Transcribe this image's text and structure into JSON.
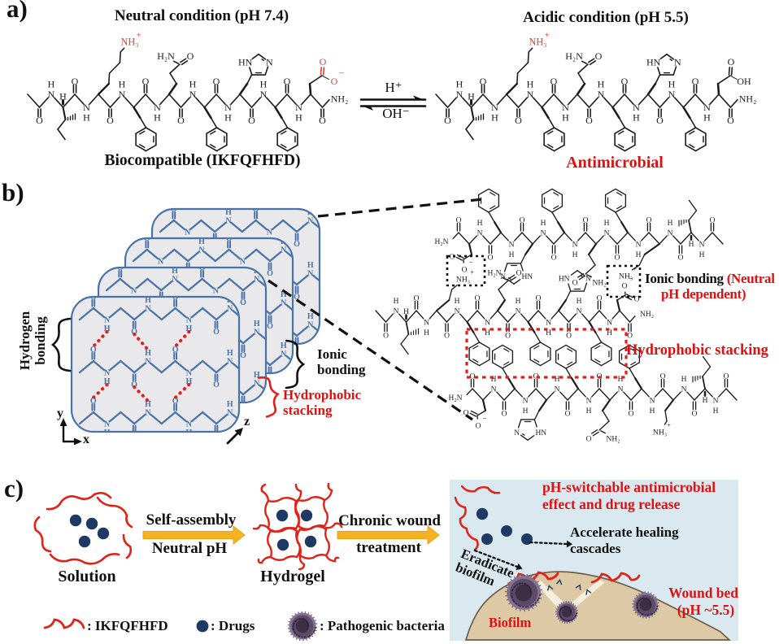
{
  "colors": {
    "text_black": "#111111",
    "structure_black": "#1c1c1c",
    "highlight_red": "#e2403a",
    "label_red": "#e01010",
    "chain_blue": "#4a74a8",
    "sheet_fill": "#e9e9eb",
    "hbond_red": "#e02020",
    "navy_dot": "#1e3a64",
    "squiggle_red": "#e02218",
    "arrow_yellow": "#f5b324",
    "scene_bg": "#dae9ef",
    "wound_tan": "#ddc9a5",
    "wound_edge": "#6e5d49",
    "bacteria_core": "#3c2f45"
  },
  "peptide": {
    "sequence": "IKFQFHFD",
    "atom_labels": {
      "O": "O",
      "N": "N",
      "H": "H",
      "NH3": "NH₃",
      "NH2": "NH₂",
      "H2N": "H₂N",
      "HN": "HN",
      "OH": "OH",
      "plus": "+",
      "minus": "−"
    }
  },
  "panel_a": {
    "label": "a)",
    "neutral_title": "Neutral condition (pH 7.4)",
    "acidic_title": "Acidic condition (pH 5.5)",
    "neutral_caption": "Biocompatible (IKFQFHFD)",
    "acidic_caption": "Antimicrobial",
    "eq_forward": "H⁺",
    "eq_reverse": "OH⁻"
  },
  "panel_b": {
    "label": "b)",
    "hydrogen_bonding": [
      "Hydrogen",
      "bonding"
    ],
    "ionic_bonding": [
      "Ionic",
      "bonding"
    ],
    "hydrophobic_stacking": [
      "Hydrophobic",
      "stacking"
    ],
    "ionic_note_black": "Ionic bonding",
    "ionic_note_red1": "(Neutral",
    "ionic_note_red2": "pH dependent)",
    "hydrophobic_label": "Hydrophobic stacking",
    "axes": {
      "x": "x",
      "y": "y",
      "z": "z"
    }
  },
  "panel_c": {
    "label": "c)",
    "solution_label": "Solution",
    "hydrogel_label": "Hydrogel",
    "arrow1_top": "Self-assembly",
    "arrow1_bottom": "Neutral pH",
    "arrow2_top": "Chronic wound",
    "arrow2_bottom": "treatment",
    "scene": {
      "title1": "pH-switchable antimicrobial",
      "title2": "effect and drug release",
      "accelerate1": "Accelerate healing",
      "accelerate2": "cascades",
      "eradicate1": "Eradicate",
      "eradicate2": "biofilm",
      "biofilm": "Biofilm",
      "wound1": "Wound bed",
      "wound2": "(pH ~5.5)"
    },
    "legend": {
      "peptide": ": IKFQFHFD",
      "drugs": ": Drugs",
      "bacteria": ": Pathogenic bacteria"
    }
  }
}
